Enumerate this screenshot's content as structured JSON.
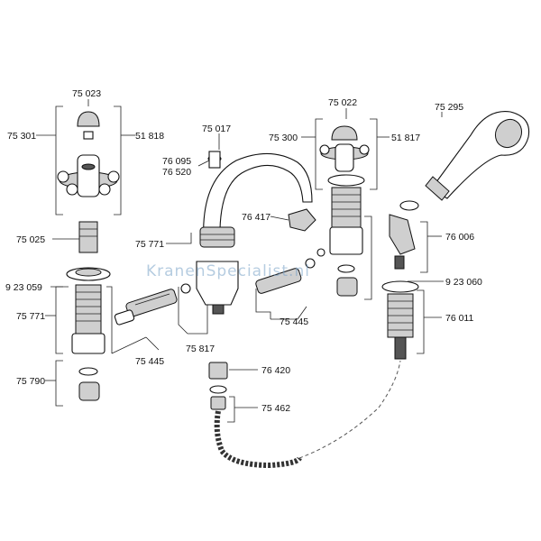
{
  "watermark": "KranenSpecialist.nl",
  "labels": {
    "p75023": "75 023",
    "p75301": "75 301",
    "p51818": "51 818",
    "p75025": "75 025",
    "p923059": "9 23 059",
    "p75771a": "75 771",
    "p75790": "75 790",
    "p75017": "75 017",
    "p76095": "76 095",
    "p76520": "76 520",
    "p75771b": "75 771",
    "p76417": "76 417",
    "p75445a": "75 445",
    "p75817": "75 817",
    "p76420": "76 420",
    "p75462": "75 462",
    "p75022": "75 022",
    "p75300": "75 300",
    "p51817": "51 817",
    "p75445b": "75 445",
    "p75295": "75 295",
    "p76006": "76 006",
    "p923060": "9 23 060",
    "p76011": "76 011"
  }
}
